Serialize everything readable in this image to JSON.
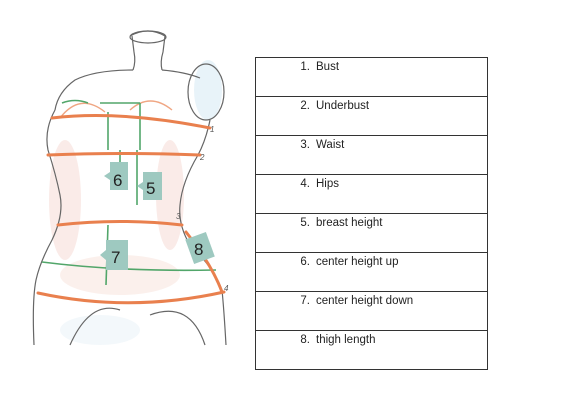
{
  "figure": {
    "line_numbers": [
      "1",
      "2",
      "3",
      "4"
    ],
    "tags": [
      "6",
      "5",
      "7",
      "8"
    ]
  },
  "measurements": [
    {
      "num": "1.",
      "label": "Bust"
    },
    {
      "num": "2.",
      "label": "Underbust"
    },
    {
      "num": "3.",
      "label": "Waist"
    },
    {
      "num": "4.",
      "label": "Hips"
    },
    {
      "num": "5.",
      "label": "breast height"
    },
    {
      "num": "6.",
      "label": "center height up"
    },
    {
      "num": "7.",
      "label": "center height down"
    },
    {
      "num": "8.",
      "label": "thigh length"
    }
  ],
  "colors": {
    "measure_line": "#e9804e",
    "seam_line": "#52a66a",
    "tag_fill": "#9ec9c0",
    "outline": "#666666",
    "skin_shading": "#f2c9c0"
  }
}
